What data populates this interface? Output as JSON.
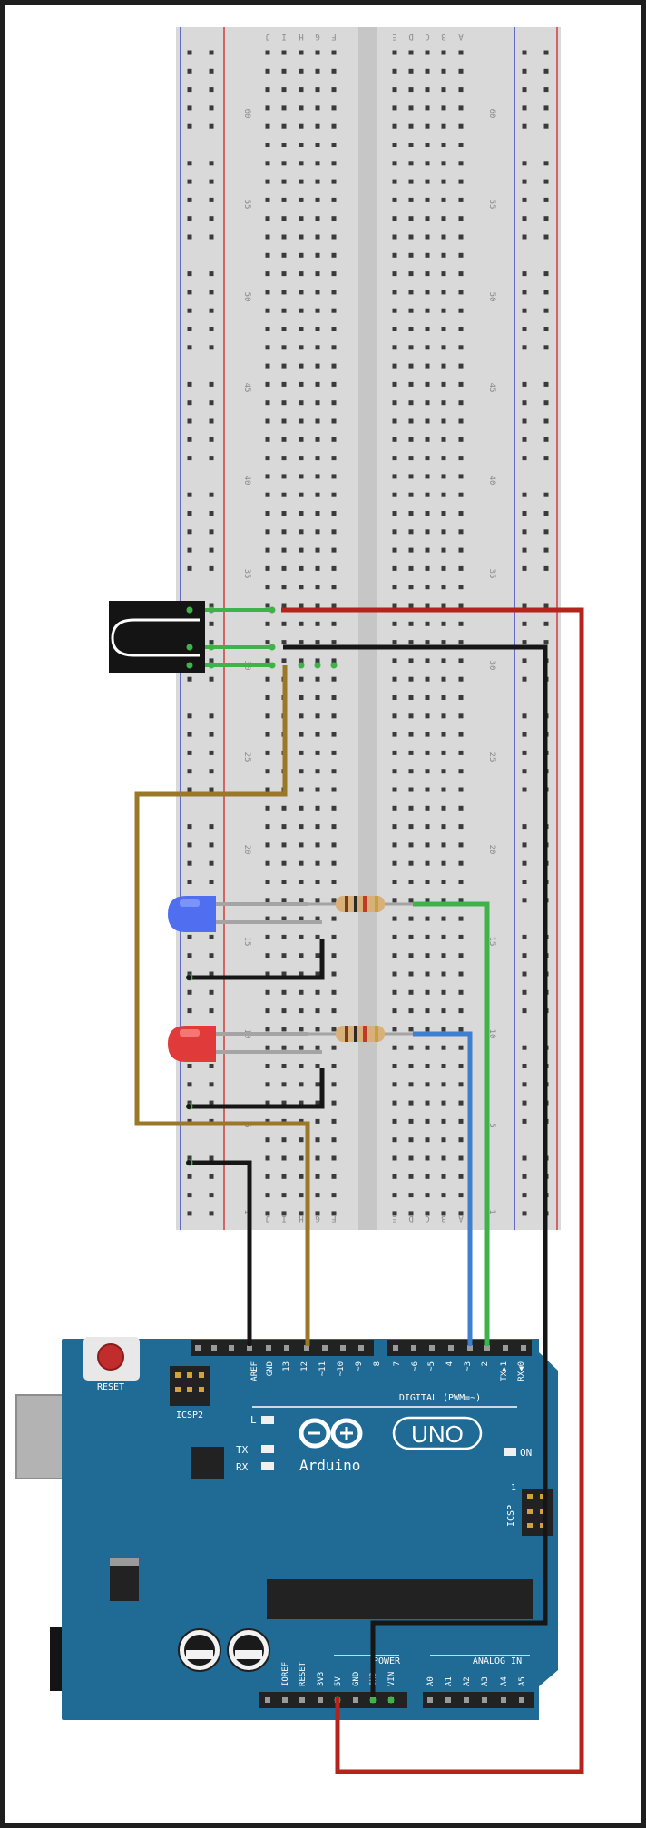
{
  "breadboard": {
    "row_numbers_left": [
      "60",
      "55",
      "50",
      "45",
      "40",
      "35",
      "30",
      "25",
      "20",
      "15",
      "10",
      "5",
      "1"
    ],
    "row_numbers_right": [
      "60",
      "55",
      "50",
      "45",
      "40",
      "35",
      "30",
      "25",
      "20",
      "15",
      "10",
      "5",
      "1"
    ],
    "column_letters_top": [
      "J",
      "I",
      "H",
      "G",
      "F",
      "E",
      "D",
      "C",
      "B",
      "A"
    ],
    "column_letters_bottom": [
      "J",
      "I",
      "H",
      "G",
      "F",
      "E",
      "D",
      "C",
      "B",
      "A"
    ]
  },
  "arduino": {
    "reset_label": "RESET",
    "icsp2_label": "ICSP2",
    "header_top_labels": [
      "AREF",
      "GND",
      "13",
      "12",
      "~11",
      "~10",
      "~9",
      "8",
      "7",
      "~6",
      "~5",
      "4",
      "~3",
      "2",
      "TX▶1",
      "RX◀0"
    ],
    "digital_label": "DIGITAL (PWM=~)",
    "l_label": "L",
    "tx_label": "TX",
    "rx_label": "RX",
    "on_label": "ON",
    "brand_label": "Arduino",
    "model_label": "UNO",
    "icsp_label": "ICSP",
    "icsp_pin1": "1",
    "power_label": "POWER",
    "analog_label": "ANALOG IN",
    "header_bottom_labels": [
      "IOREF",
      "RESET",
      "3V3",
      "5V",
      "GND",
      "GND",
      "VIN",
      "A0",
      "A1",
      "A2",
      "A3",
      "A4",
      "A5"
    ]
  },
  "colors": {
    "wire_red": "#b5231c",
    "wire_black": "#161616",
    "wire_brown": "#9b7728",
    "wire_green": "#3fb34a",
    "wire_blue": "#3f7fd0",
    "wire_gray": "#a4a4a4",
    "board_blue": "#1f6b96",
    "breadboard": "#d9d9d9",
    "rail_red": "#d23c3c",
    "rail_blue": "#3a47c4",
    "led_blue": "#4f6ff0",
    "led_red": "#e03a3a"
  }
}
